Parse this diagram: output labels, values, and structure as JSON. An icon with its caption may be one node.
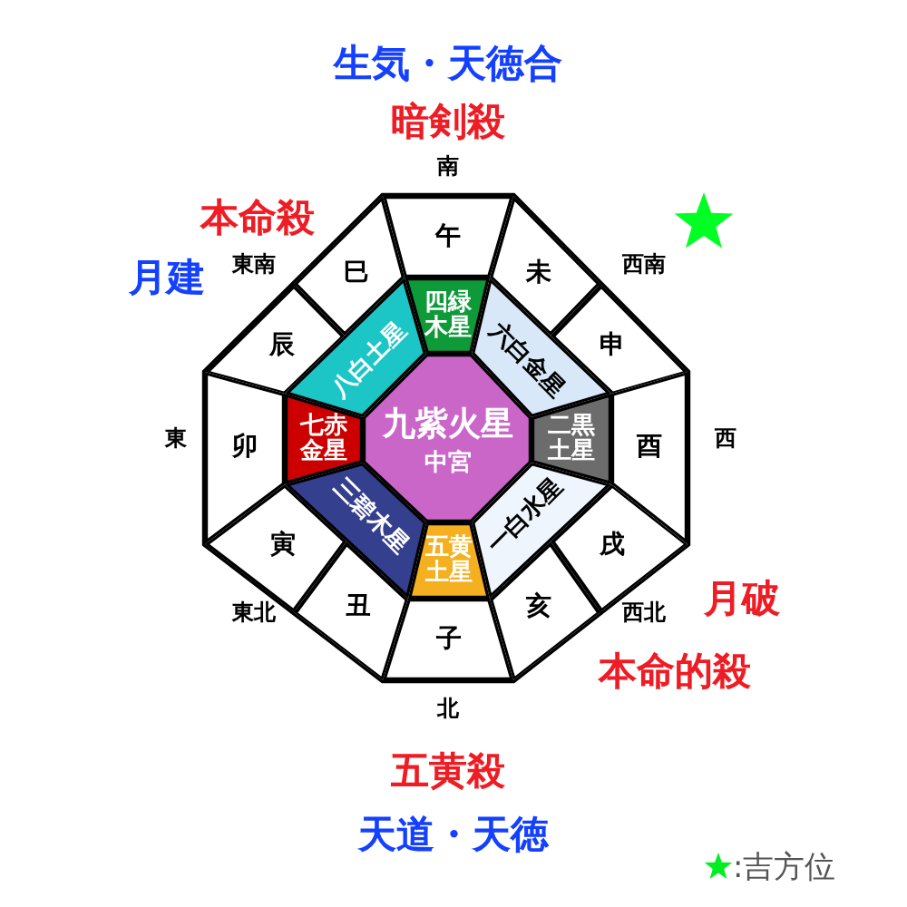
{
  "diagram": {
    "nodes": [
      {
        "text": [
          "午"
        ]
      },
      {
        "text": [
          "巳"
        ]
      },
      {
        "text": [
          "四緑木星"
        ]
      },
      {
        "text": [
          "未"
        ]
      },
      {
        "text": [
          "辰"
        ]
      },
      {
        "text": [
          "八白土星"
        ]
      },
      {
        "text": [
          "六白金星"
        ]
      },
      {
        "text": [
          "申"
        ]
      },
      {
        "text": [
          "卯"
        ]
      },
      {
        "text": [
          "七赤金星"
        ]
      },
      {
        "text": [
          "九紫火星",
          "中宮"
        ]
      },
      {
        "text": [
          "二黒土星"
        ]
      },
      {
        "text": [
          "酉"
        ]
      },
      {
        "text": [
          "寅"
        ]
      },
      {
        "text": [
          "三碧木星"
        ]
      },
      {
        "text": [
          "一白水星"
        ]
      },
      {
        "text": [
          "戌"
        ]
      },
      {
        "text": [
          "丑"
        ]
      },
      {
        "text": [
          "五黄土星"
        ]
      },
      {
        "text": [
          "亥"
        ]
      },
      {
        "text": [
          "子"
        ]
      }
    ],
    "labels": [
      "生気・天徳合",
      "暗剣殺",
      "南",
      "本命殺",
      "東南",
      "西南",
      "月建",
      "東",
      "西",
      "月破",
      "東北",
      "西北",
      "本命的殺",
      "北",
      "五黄殺",
      "天道・天徳"
    ],
    "legend": [
      {
        "text": ":吉方位"
      }
    ]
  }
}
